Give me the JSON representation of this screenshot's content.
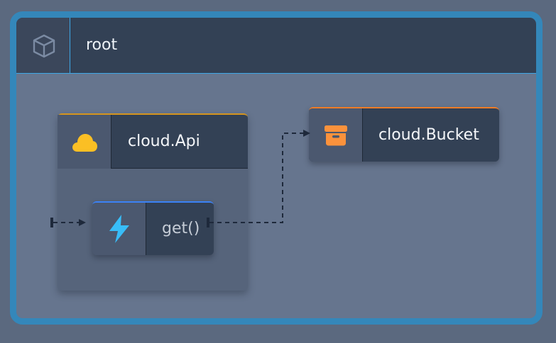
{
  "diagram": {
    "root": {
      "label": "root",
      "icon": "cube-icon"
    },
    "nodes": [
      {
        "id": "api",
        "label": "cloud.Api",
        "icon": "cloud-icon",
        "icon_color": "#fbbf24",
        "accent_color": "#d5951e"
      },
      {
        "id": "get",
        "label": "get()",
        "icon": "lightning-icon",
        "icon_color": "#38bdf8",
        "accent_color": "#3b82f6"
      },
      {
        "id": "bucket",
        "label": "cloud.Bucket",
        "icon": "bucket-icon",
        "icon_color": "#fb923c",
        "accent_color": "#ef7c26"
      }
    ],
    "edges": [
      {
        "from": "api",
        "to": "get",
        "style": "dashed"
      },
      {
        "from": "get",
        "to": "bucket",
        "style": "dashed"
      }
    ],
    "colors": {
      "frame": "#3487ba",
      "header": "#334155",
      "background": "#66758e",
      "edge": "#1e293b"
    }
  }
}
